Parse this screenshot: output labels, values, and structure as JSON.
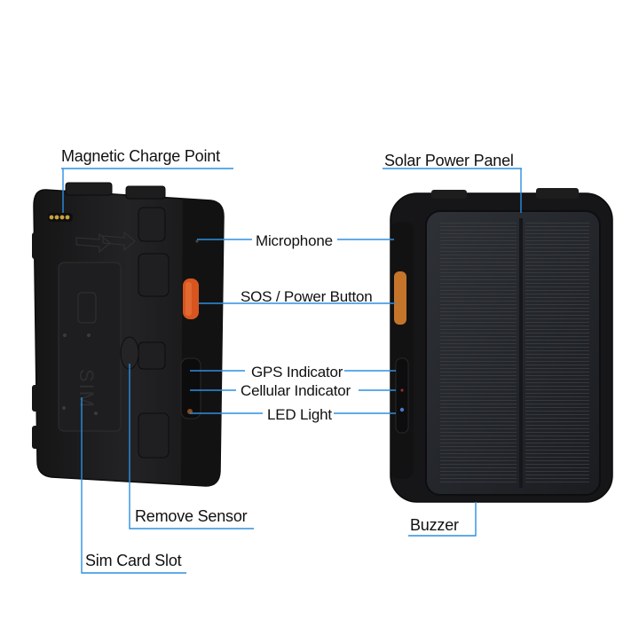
{
  "labels": {
    "magnetic_charge_point": "Magnetic Charge Point",
    "solar_power_panel": "Solar Power Panel",
    "microphone": "Microphone",
    "sos_power_button": "SOS / Power Button",
    "gps_indicator": "GPS Indicator",
    "cellular_indicator": "Cellular Indicator",
    "led_light": "LED Light",
    "remove_sensor": "Remove Sensor",
    "buzzer": "Buzzer",
    "sim_card_slot": "Sim Card Slot"
  },
  "device_back": {
    "embossed_text": "SIM"
  },
  "colors": {
    "callout_line": "#2d8fe0",
    "device_body": "#1b1b1c",
    "sos_button": "#d8551f",
    "solar_panel": "#232529"
  }
}
